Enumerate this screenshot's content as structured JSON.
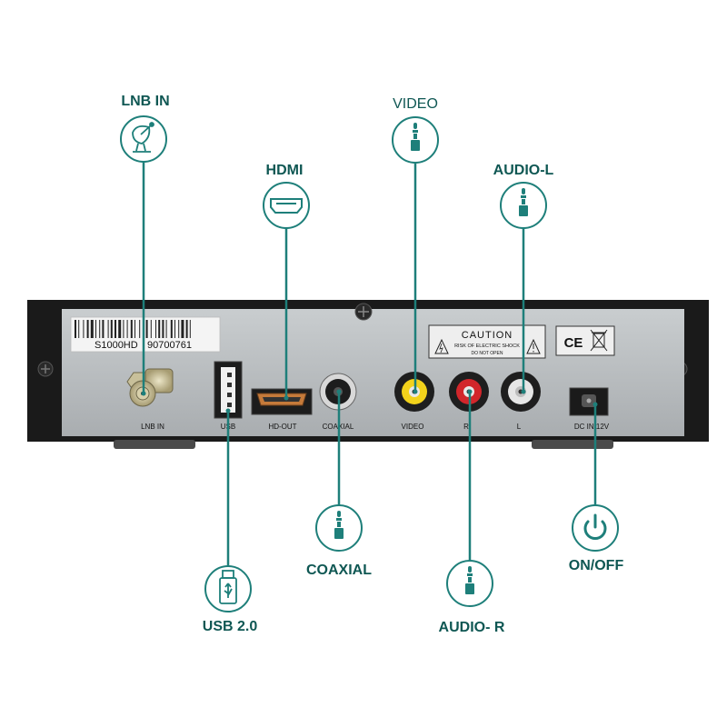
{
  "colors": {
    "accent": "#1e7f7a",
    "text": "#0f5753",
    "panel": "#b9bdbf",
    "housing": "#1a1a1a"
  },
  "device": {
    "model_label": "S1000HD",
    "serial_label": "90700761",
    "caution_title": "CAUTION",
    "caution_line1": "RISK OF ELECTRIC SHOCK",
    "caution_line2": "DO NOT OPEN",
    "ce_mark": "CE",
    "ports": {
      "lnb_in": "LNB IN",
      "usb": "USB",
      "hd_out": "HD-OUT",
      "coaxial": "COAXIAL",
      "video": "VIDEO",
      "r": "R",
      "l": "L",
      "dc_in": "DC IN 12V"
    }
  },
  "callouts": {
    "lnb_in": {
      "label": "LNB IN",
      "icon": "satellite-dish-icon"
    },
    "hdmi": {
      "label": "HDMI",
      "icon": "hdmi-port-icon"
    },
    "video": {
      "label": "VIDEO",
      "icon": "audio-jack-icon"
    },
    "audio_l": {
      "label": "AUDIO-L",
      "icon": "audio-jack-icon"
    },
    "usb": {
      "label": "USB 2.0",
      "icon": "usb-drive-icon"
    },
    "coaxial": {
      "label": "COAXIAL",
      "icon": "audio-jack-icon"
    },
    "audio_r": {
      "label": "AUDIO- R",
      "icon": "audio-jack-icon"
    },
    "power": {
      "label": "ON/OFF",
      "icon": "power-icon"
    }
  }
}
